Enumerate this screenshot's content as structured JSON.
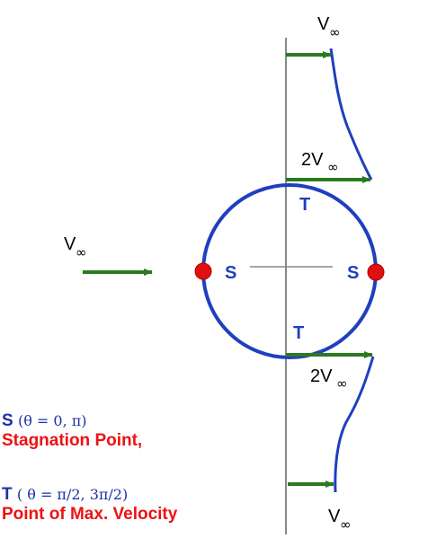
{
  "labels": {
    "v_inf_symbol": "V",
    "inf_sub": "∞",
    "two_v_inf_prefix": "2V",
    "stagnation_marker": "S",
    "max_velocity_marker": "T"
  },
  "legend": {
    "s_letter": "S",
    "s_condition": "(θ = 0, π)",
    "s_description": "Stagnation Point,",
    "t_letter": "T",
    "t_condition": "( θ = π/2, 3π/2)",
    "t_description": "Point of Max. Velocity"
  },
  "colors": {
    "circle": "#1f3fbf",
    "arrow": "#2a7a1f",
    "stagnation_point": "#e01010",
    "axis": "#888888",
    "legend_blue": "#1f2fa8",
    "legend_red": "#ee1111"
  }
}
